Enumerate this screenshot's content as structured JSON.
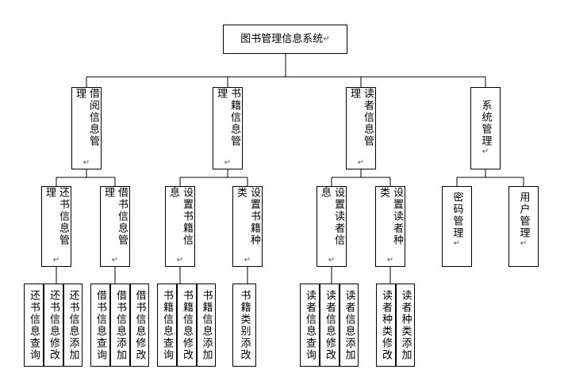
{
  "mark": "↵",
  "root": "图书管理信息系统",
  "l1": [
    "借阅信息管理",
    "书籍信息管理",
    "读者信息管理",
    "系统管理"
  ],
  "l2": [
    "还书信息管理",
    "借书信息管理",
    "设置书籍信息",
    "设置书籍种类",
    "设置读者信息",
    "设置读者种类",
    "密码管理",
    "用户管理"
  ],
  "l3": [
    "还书信息查询",
    "还书信息修改",
    "还书信息添加",
    "借书信息查询",
    "借书信息添加",
    "借书信息修改",
    "书籍信息查询",
    "书籍信息修改",
    "书籍信息添加",
    "书籍类别添改",
    "读者信息查询",
    "读者信息修改",
    "读者信息添加",
    "读者种类修改",
    "读者种类添加"
  ]
}
